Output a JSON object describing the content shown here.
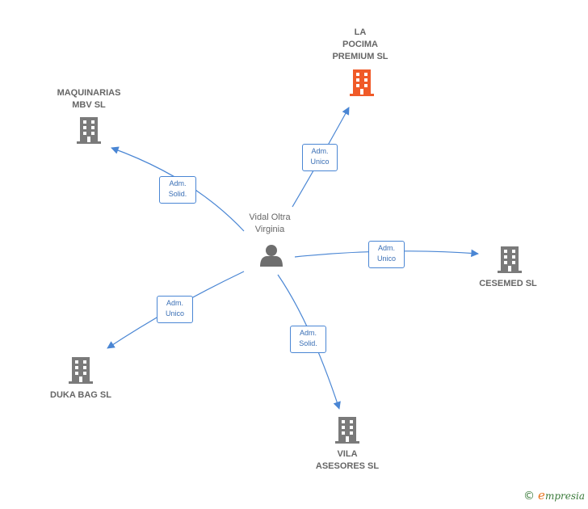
{
  "colors": {
    "edge": "#4a86d4",
    "building": "#7a7a7a",
    "highlight": "#f05a28",
    "person": "#6e6e6e"
  },
  "center": {
    "name": "Vidal Oltra\nVirginia",
    "icon": "person-icon"
  },
  "companies": [
    {
      "id": "la-pocima",
      "name": "LA\nPOCIMA\nPREMIUM  SL",
      "icon": "building-icon",
      "highlight": true
    },
    {
      "id": "maquinarias",
      "name": "MAQUINARIAS\nMBV  SL",
      "icon": "building-icon",
      "highlight": false
    },
    {
      "id": "cesemed",
      "name": "CESEMED SL",
      "icon": "building-icon",
      "highlight": false
    },
    {
      "id": "duka-bag",
      "name": "DUKA BAG  SL",
      "icon": "building-icon",
      "highlight": false
    },
    {
      "id": "vila",
      "name": "VILA\nASESORES SL",
      "icon": "building-icon",
      "highlight": false
    }
  ],
  "edges": [
    {
      "to": "la-pocima",
      "label": "Adm.\nUnico"
    },
    {
      "to": "maquinarias",
      "label": "Adm.\nSolid."
    },
    {
      "to": "cesemed",
      "label": "Adm.\nUnico"
    },
    {
      "to": "duka-bag",
      "label": "Adm.\nUnico"
    },
    {
      "to": "vila",
      "label": "Adm.\nSolid."
    }
  ],
  "footer": {
    "copyright": "©",
    "brand_initial": "e",
    "brand_rest": "mpresia"
  }
}
